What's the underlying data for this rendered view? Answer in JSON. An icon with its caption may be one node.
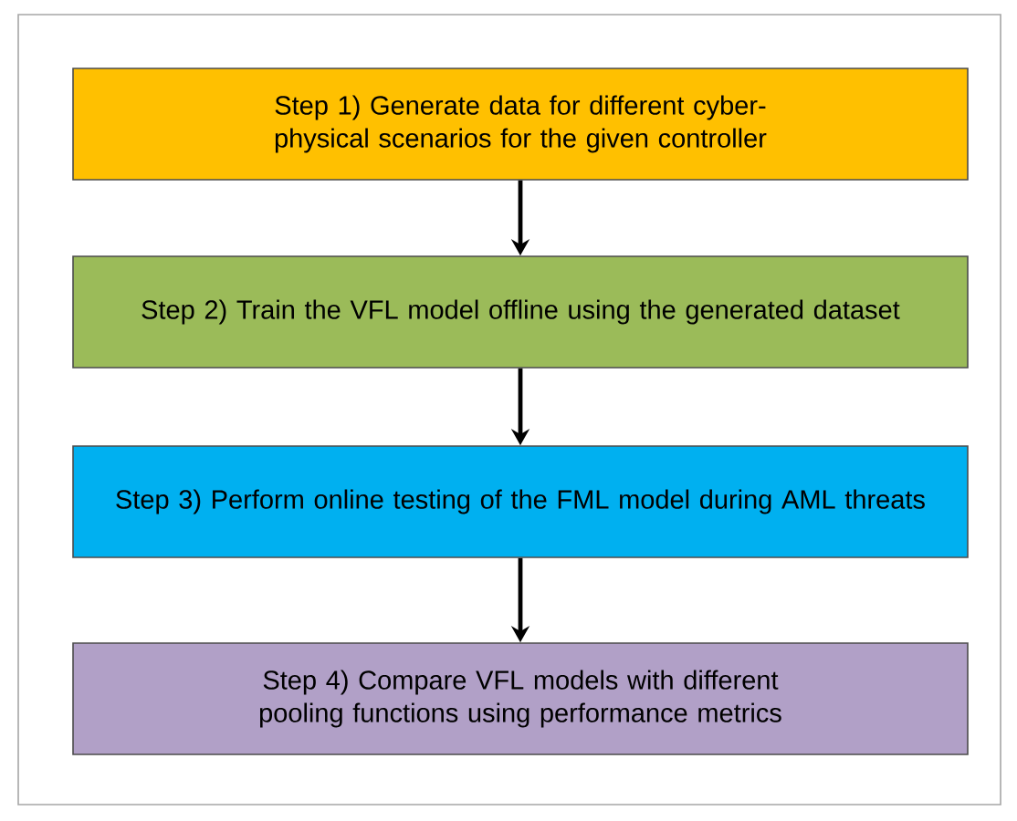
{
  "diagram": {
    "nodes": [
      {
        "text": [
          "Step 1) Generate data for different cyber-physical scenarios for the given controller"
        ]
      },
      {
        "text": [
          "Step 2) Train the VFL model offline using the generated dataset"
        ]
      },
      {
        "text": [
          "Step 3) Perform online testing of the FML model during AML threats"
        ]
      },
      {
        "text": [
          "Step 4) Compare VFL models with different pooling functions using performance metrics"
        ]
      }
    ],
    "edges": [
      {
        "from": 0,
        "to": 1,
        "arrow": "to"
      },
      {
        "from": 1,
        "to": 2,
        "arrow": "to"
      },
      {
        "from": 2,
        "to": 3,
        "arrow": "to"
      }
    ]
  }
}
